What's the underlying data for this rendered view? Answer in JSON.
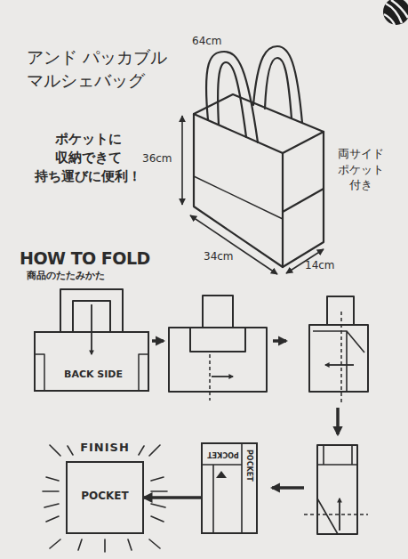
{
  "diagram": {
    "title": "アンド パッカブル マルシェバッグ",
    "nodes": [
      {
        "text": [
          "BACK SIDE"
        ]
      },
      {
        "text": [
          "FINISH",
          "POCKET"
        ]
      },
      {
        "text": [
          "POCKET",
          "POCKET"
        ]
      }
    ],
    "edges": [
      {
        "from": 2,
        "to": 1,
        "arrow": "to"
      }
    ],
    "labels": [
      "64cm",
      "ポケットに 収納できて 持ち運びに便利！",
      "36cm",
      "両サイド ポケット 付き",
      "34cm",
      "14cm",
      "HOW TO FOLD",
      "商品のたたみかた"
    ]
  }
}
